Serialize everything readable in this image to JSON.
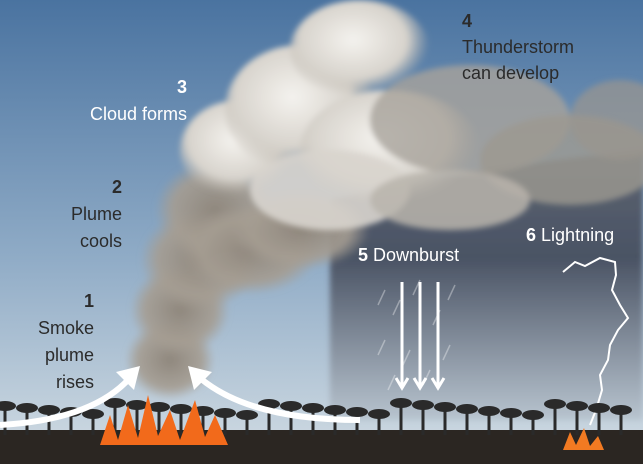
{
  "steps": [
    {
      "number": "1",
      "text_lines": [
        "Smoke",
        "plume",
        "rises"
      ]
    },
    {
      "number": "2",
      "text_lines": [
        "Plume",
        "cools"
      ]
    },
    {
      "number": "3",
      "text_lines": [
        "Cloud forms"
      ]
    },
    {
      "number": "4",
      "text_lines": [
        "Thunderstorm",
        "can develop"
      ]
    },
    {
      "number": "5",
      "text": "Downburst"
    },
    {
      "number": "6",
      "text": "Lightning"
    }
  ],
  "colors": {
    "sky_top": "#4f77a3",
    "sky_bottom": "#cdd8e0",
    "storm": "#4a5566",
    "smoke": "#9a9186",
    "cloud": "#ecebe6",
    "fire": "#f26a1b",
    "trees": "#2a2a2a"
  }
}
